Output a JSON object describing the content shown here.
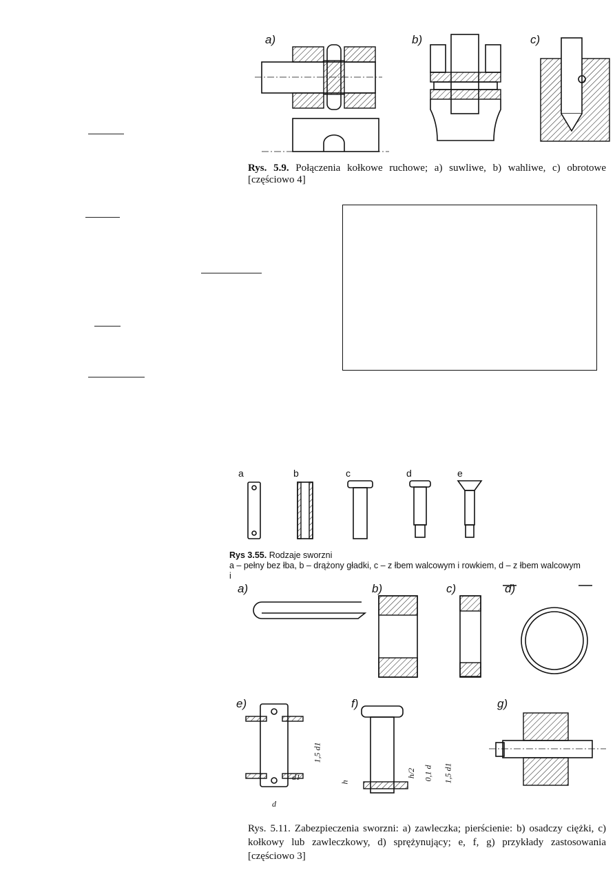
{
  "figure_5_9": {
    "labels": [
      "a)",
      "b)",
      "c)"
    ],
    "caption_prefix": "Rys. 5.9.",
    "caption": "Połączenia kołkowe ruchowe; a) suwliwe, b) wahliwe, c) obrotowe",
    "caption_line2": "[częściowo 4]"
  },
  "figure_3_55": {
    "labels": [
      "a",
      "b",
      "c",
      "d",
      "e"
    ],
    "caption_prefix": "Rys 3.55.",
    "caption": "Rodzaje sworzni",
    "legend": "a – pełny bez łba, b – drążony gładki, c – z łbem walcowym i rowkiem, d – z łbem walcowym",
    "legend_line2": "i"
  },
  "figure_5_11": {
    "labels": [
      "a)",
      "b)",
      "c)",
      "d)",
      "e)",
      "f)",
      "g)"
    ],
    "dimensions": [
      "1,5 d1",
      "d1",
      "d",
      "h",
      "h/2",
      "0,1 d",
      "1,5 d1"
    ],
    "caption_prefix": "Rys. 5.11.",
    "caption": "Zabezpieczenia sworzni: a) zawleczka; pierścienie: b) osadczy ciężki, c)",
    "caption_line2": "kołkowy lub zawleczkowy, d) sprężynujący; e, f, g) przykłady zastosowania",
    "caption_line3": "[częściowo 3]"
  }
}
